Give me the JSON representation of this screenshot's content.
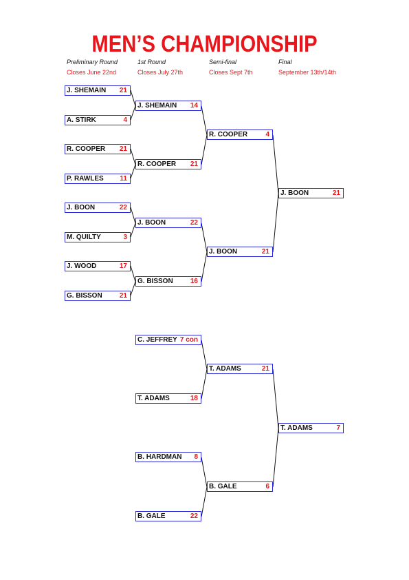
{
  "title": "MEN’S CHAMPIONSHIP",
  "rounds": [
    {
      "name": "Preliminary Round",
      "closes": "Closes June 22nd"
    },
    {
      "name": "1st Round",
      "closes": "Closes July 27th"
    },
    {
      "name": "Semi-final",
      "closes": "Closes Sept 7th"
    },
    {
      "name": "Final",
      "closes": "September 13th/14th"
    }
  ],
  "preliminary": [
    {
      "name": "J. SHEMAIN",
      "score": "21"
    },
    {
      "name": "A. STIRK",
      "score": "4"
    },
    {
      "name": "R. COOPER",
      "score": "21"
    },
    {
      "name": "P. RAWLES",
      "score": "11"
    },
    {
      "name": "J. BOON",
      "score": "22"
    },
    {
      "name": "M. QUILTY",
      "score": "3"
    },
    {
      "name": "J. WOOD",
      "score": "17"
    },
    {
      "name": "G. BISSON",
      "score": "21"
    }
  ],
  "first_round": [
    {
      "name": "J. SHEMAIN",
      "score": "14"
    },
    {
      "name": "R. COOPER",
      "score": "21"
    },
    {
      "name": "J. BOON",
      "score": "22"
    },
    {
      "name": "G. BISSON",
      "score": "16"
    },
    {
      "name": "C. JEFFREY",
      "score": "7 con"
    },
    {
      "name": "T. ADAMS",
      "score": "18"
    },
    {
      "name": "B. HARDMAN",
      "score": "8"
    },
    {
      "name": "B. GALE",
      "score": "22"
    }
  ],
  "semi_final": [
    {
      "name": "R. COOPER",
      "score": "4"
    },
    {
      "name": "J. BOON",
      "score": "21"
    },
    {
      "name": "T. ADAMS",
      "score": "21"
    },
    {
      "name": "B. GALE",
      "score": "6"
    }
  ],
  "final": [
    {
      "name": "J. BOON",
      "score": "21"
    },
    {
      "name": "T. ADAMS",
      "score": "7"
    }
  ]
}
